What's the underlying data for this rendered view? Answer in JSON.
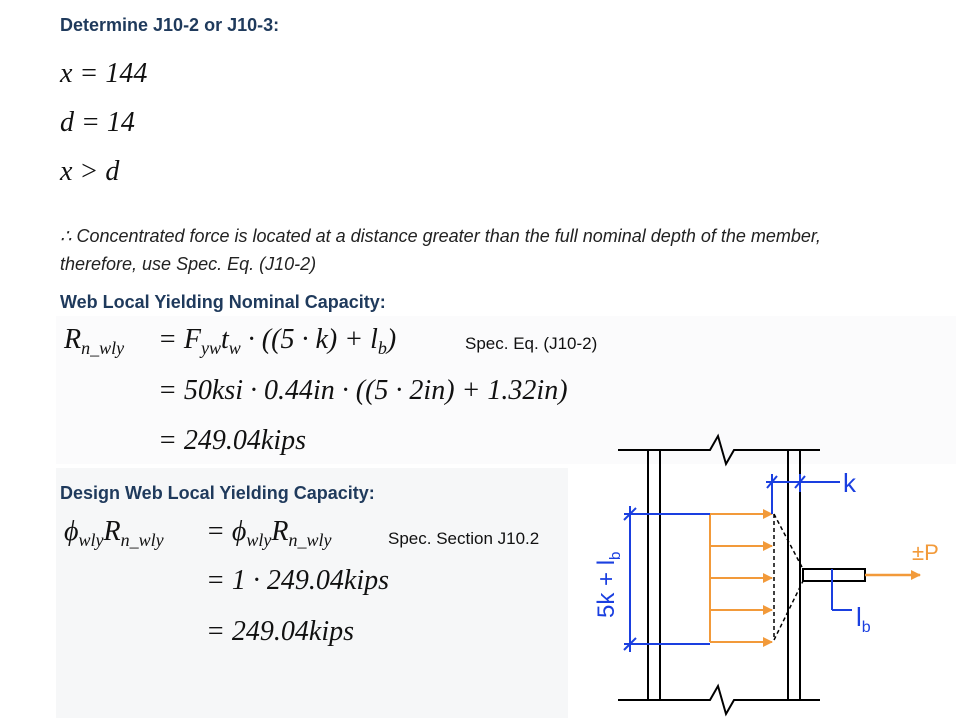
{
  "section1": {
    "heading": "Determine J10-2 or J10-3:",
    "line_x": "x = 144",
    "line_d": "d = 14",
    "line_cmp": "x > d",
    "conclusion": "∴ Concentrated force is located at a distance greater than the full nominal depth of the member, therefore, use Spec. Eq. (J10-2)"
  },
  "section2": {
    "heading": "Web Local Yielding Nominal Capacity:",
    "lhs": "R",
    "lhs_sub": "n_wly",
    "eq1": "= F",
    "eq1_sub1": "yw",
    "eq1_t": "t",
    "eq1_sub2": "w",
    "eq1_rest": " · ((5 · k) + l",
    "eq1_sub3": "b",
    "eq1_close": ")",
    "ref": "Spec. Eq. (J10-2)",
    "eq2": "= 50ksi · 0.44in · ((5 · 2in) + 1.32in)",
    "eq3": "= 249.04kips"
  },
  "section3": {
    "heading": "Design Web Local Yielding Capacity:",
    "lhs_phi": "ϕ",
    "lhs_phi_sub": "wly",
    "lhs_R": "R",
    "lhs_R_sub": "n_wly",
    "rhs": "= ϕ",
    "rhs_phi_sub": "wly",
    "rhs_R": "R",
    "rhs_R_sub": "n_wly",
    "ref": "Spec. Section J10.2",
    "eq2": "= 1 · 249.04kips",
    "eq3": "= 249.04kips"
  },
  "diagram": {
    "label_k": "k",
    "label_p": "±P",
    "label_lb": "l",
    "label_lb_sub": "b",
    "label_dim": "5k + l",
    "label_dim_sub": "b",
    "colors": {
      "blue": "#1a3fe0",
      "orange": "#f29a3a",
      "black": "#000000"
    }
  }
}
